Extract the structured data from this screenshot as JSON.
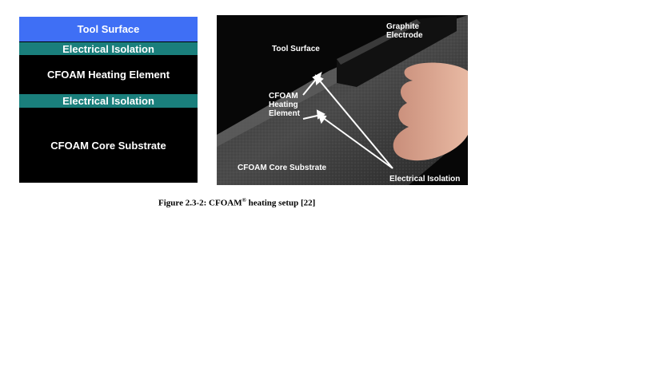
{
  "diagram": {
    "layers": {
      "tool_surface": "Tool Surface",
      "isolation_top": "Electrical Isolation",
      "heating_element": "CFOAM Heating Element",
      "isolation_bottom": "Electrical Isolation",
      "core_substrate": "CFOAM Core Substrate"
    }
  },
  "photo": {
    "labels": {
      "graphite_electrode": "Graphite Electrode",
      "tool_surface": "Tool Surface",
      "heating_element": "CFOAM Heating Element",
      "core_substrate": "CFOAM Core Substrate",
      "electrical_isolation": "Electrical Isolation"
    }
  },
  "caption": {
    "prefix": "Figure 2.3-2: CFOAM",
    "superscript": "®",
    "suffix": " heating setup [22]"
  },
  "colors": {
    "tool_surface": "#3f6ff5",
    "isolation": "#1a7f7c",
    "background": "#000000"
  }
}
